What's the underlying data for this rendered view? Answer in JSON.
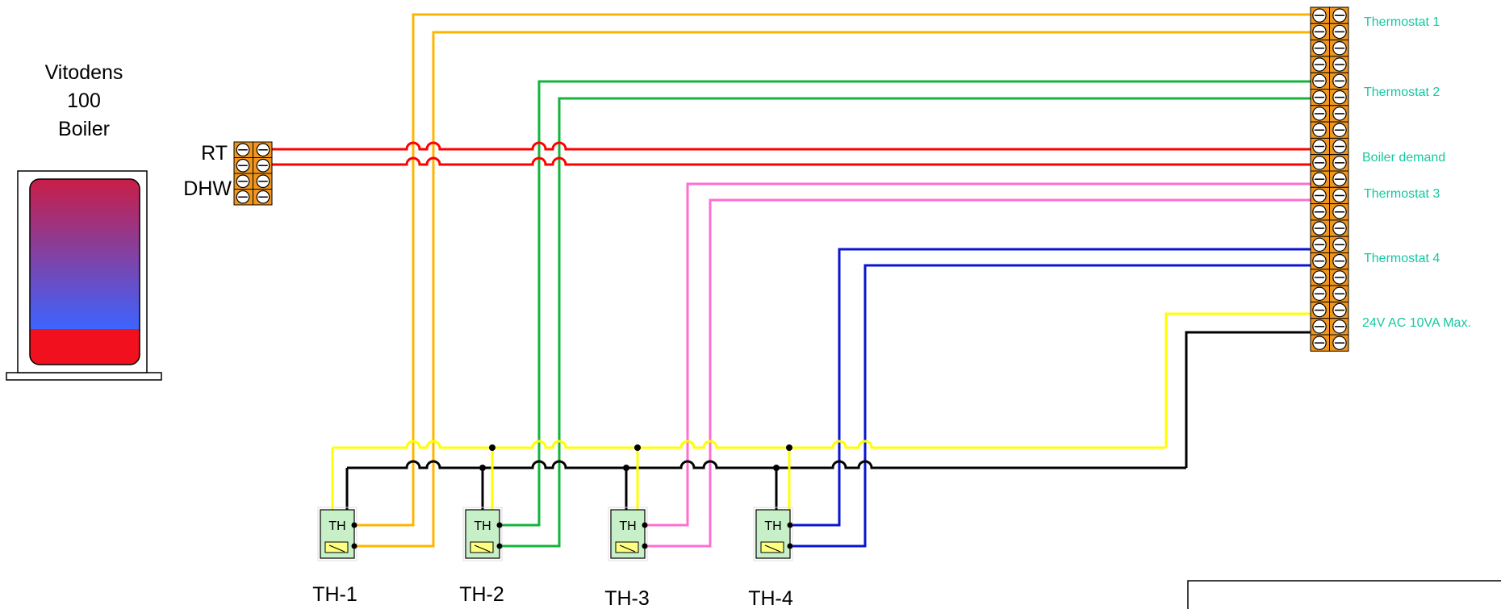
{
  "boiler": {
    "title_lines": [
      "Vitodens",
      "100",
      "Boiler"
    ],
    "top_color": "#c81e46",
    "mid_color": "#3c64ff",
    "bottom_color": "#f0101e"
  },
  "boiler_terminals": {
    "rt_label": "RT",
    "dhw_label": "DHW"
  },
  "terminal_labels": {
    "thermostat_1": "Thermostat 1",
    "thermostat_2": "Thermostat 2",
    "boiler_demand": "Boiler demand",
    "thermostat_3": "Thermostat 3",
    "thermostat_4": "Thermostat 4",
    "power": "24V AC 10VA Max."
  },
  "thermostats": [
    {
      "badge": "TH",
      "label": "TH-1"
    },
    {
      "badge": "TH",
      "label": "TH-2"
    },
    {
      "badge": "TH",
      "label": "TH-3"
    },
    {
      "badge": "TH",
      "label": "TH-4"
    }
  ],
  "colors": {
    "wire_thermostat_1": "#ffb400",
    "wire_thermostat_2": "#14b43c",
    "wire_boiler_demand": "#ff0000",
    "wire_thermostat_3": "#ff6ed2",
    "wire_thermostat_4": "#0a14d2",
    "wire_24v_hot": "#ffff00",
    "wire_24v_common": "#000000",
    "terminal_block": "#f0961e",
    "terminal_label_text": "#14c8a0",
    "thermostat_body": "#c8f0c8"
  }
}
